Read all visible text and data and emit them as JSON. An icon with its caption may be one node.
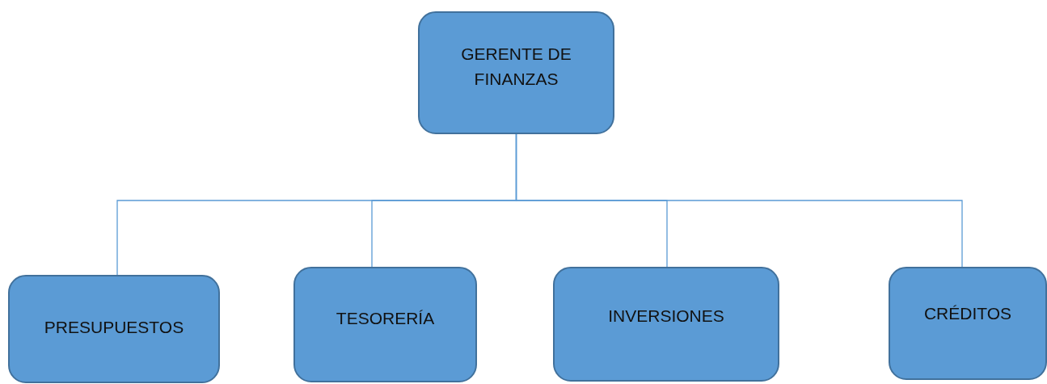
{
  "diagram": {
    "nodes": [
      {
        "text": [
          "GERENTE DE FINANZAS"
        ]
      },
      {
        "text": [
          "PRESUPUESTOS"
        ]
      },
      {
        "text": [
          "TESORERÍA"
        ]
      },
      {
        "text": [
          "INVERSIONES"
        ]
      },
      {
        "text": [
          "CRÉDITOS"
        ]
      }
    ],
    "edges": [
      {
        "from": 0,
        "to": 1,
        "arrow": "none"
      },
      {
        "from": 0,
        "to": 2,
        "arrow": "none"
      },
      {
        "from": 0,
        "to": 3,
        "arrow": "none"
      },
      {
        "from": 0,
        "to": 4,
        "arrow": "none"
      }
    ]
  }
}
